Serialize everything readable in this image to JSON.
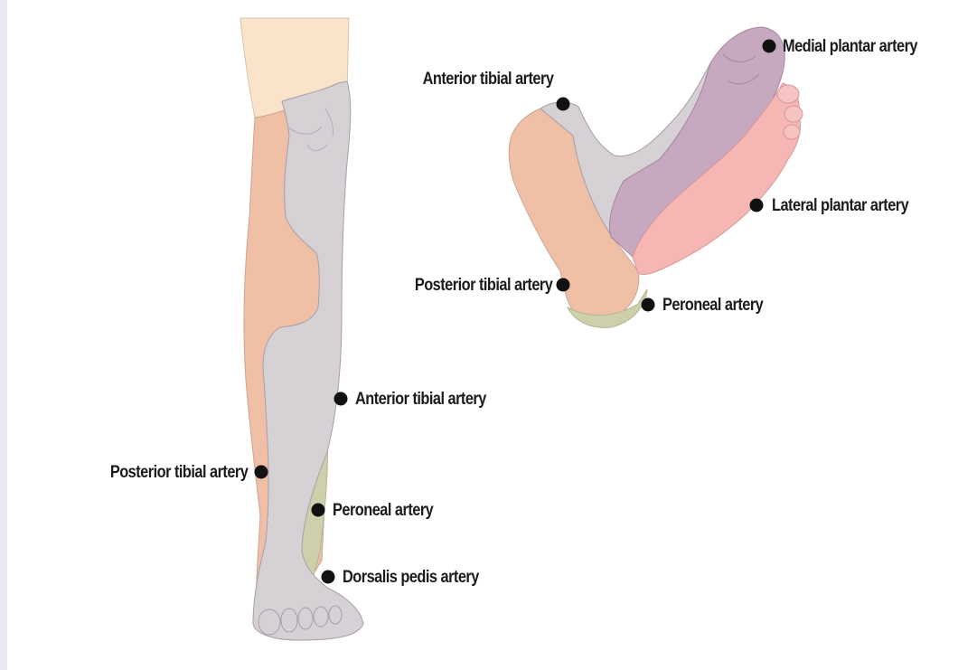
{
  "labels": {
    "leg": {
      "anterior_tibial": "Anterior tibial artery",
      "posterior_tibial": "Posterior tibial artery",
      "peroneal": "Peroneal artery",
      "dorsalis_pedis": "Dorsalis pedis artery"
    },
    "foot": {
      "anterior_tibial": "Anterior tibial artery",
      "medial_plantar": "Medial plantar artery",
      "lateral_plantar": "Lateral plantar artery",
      "posterior_tibial": "Posterior tibial artery",
      "peroneal": "Peroneal artery"
    }
  },
  "colors": {
    "thigh_skin": "#f9e3cb",
    "anterior_tibial_region": "#d6d1d5",
    "posterior_tibial_region": "#efbfa6",
    "peroneal_region": "#cdd0ab",
    "medial_plantar_region": "#c7a8c1",
    "lateral_plantar_region": "#f5b6b4",
    "outline": "#a89ea8",
    "marker": "#111111",
    "side_strip": "#e6e9ee"
  }
}
